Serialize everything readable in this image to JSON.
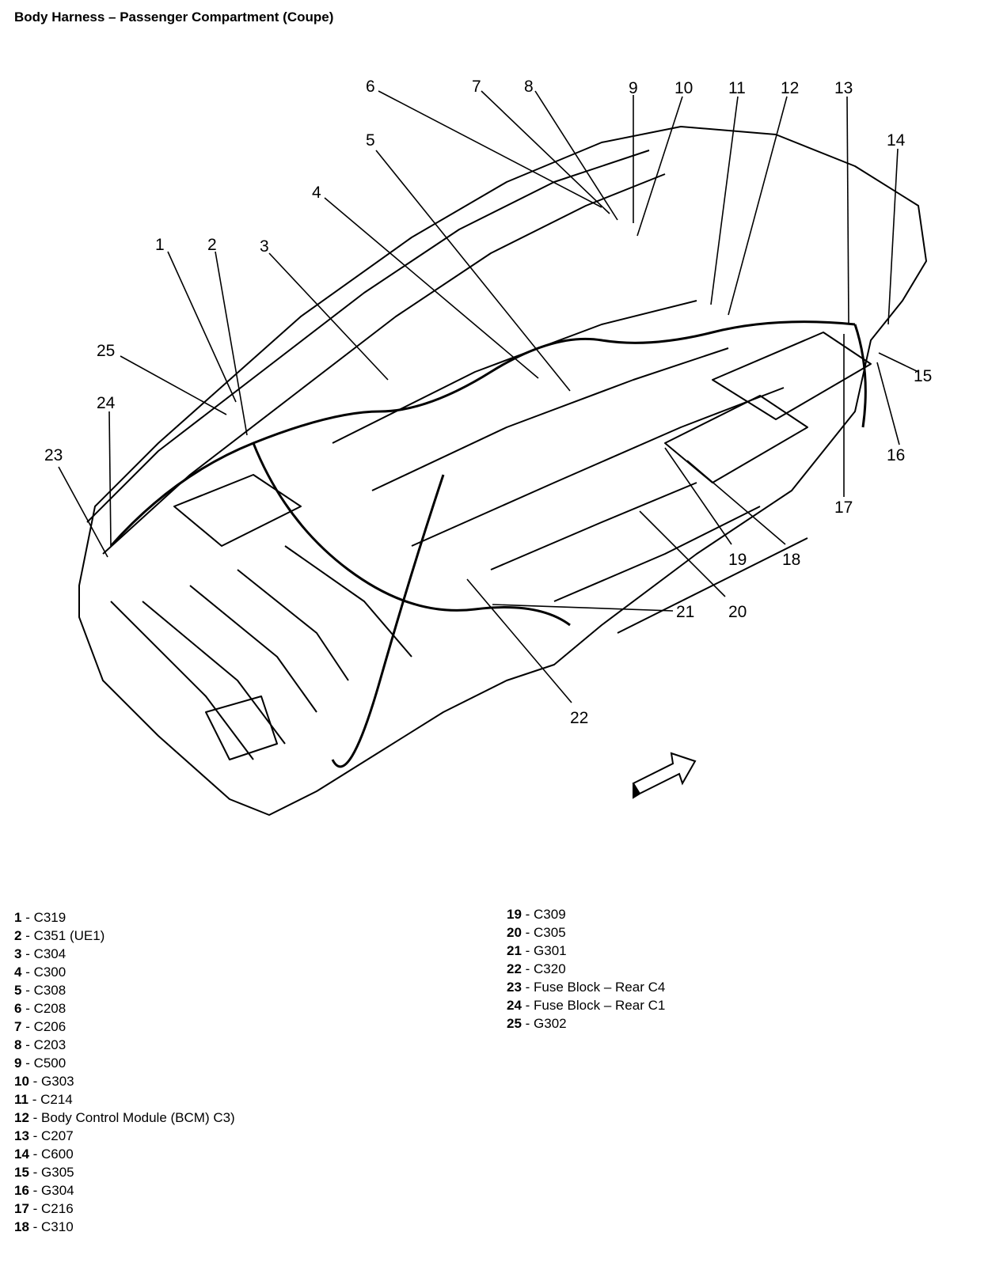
{
  "title": "Body Harness – Passenger Compartment (Coupe)",
  "callouts": [
    "1",
    "2",
    "3",
    "4",
    "5",
    "6",
    "7",
    "8",
    "9",
    "10",
    "11",
    "12",
    "13",
    "14",
    "15",
    "16",
    "17",
    "18",
    "19",
    "20",
    "21",
    "22",
    "23",
    "24",
    "25"
  ],
  "legend_left": [
    {
      "num": "1",
      "text": "C319"
    },
    {
      "num": "2",
      "text": "C351 (UE1)"
    },
    {
      "num": "3",
      "text": "C304"
    },
    {
      "num": "4",
      "text": "C300"
    },
    {
      "num": "5",
      "text": "C308"
    },
    {
      "num": "6",
      "text": "C208"
    },
    {
      "num": "7",
      "text": "C206"
    },
    {
      "num": "8",
      "text": "C203"
    },
    {
      "num": "9",
      "text": "C500"
    },
    {
      "num": "10",
      "text": "G303"
    },
    {
      "num": "11",
      "text": "C214"
    },
    {
      "num": "12",
      "text": "Body Control Module (BCM) C3)"
    },
    {
      "num": "13",
      "text": "C207"
    },
    {
      "num": "14",
      "text": "C600"
    },
    {
      "num": "15",
      "text": "G305"
    },
    {
      "num": "16",
      "text": "G304"
    },
    {
      "num": "17",
      "text": "C216"
    },
    {
      "num": "18",
      "text": "C310"
    }
  ],
  "legend_right": [
    {
      "num": "19",
      "text": "C309"
    },
    {
      "num": "20",
      "text": "C305"
    },
    {
      "num": "21",
      "text": "G301"
    },
    {
      "num": "22",
      "text": "C320"
    },
    {
      "num": "23",
      "text": "Fuse Block – Rear C4"
    },
    {
      "num": "24",
      "text": "Fuse Block – Rear C1"
    },
    {
      "num": "25",
      "text": "G302"
    }
  ]
}
